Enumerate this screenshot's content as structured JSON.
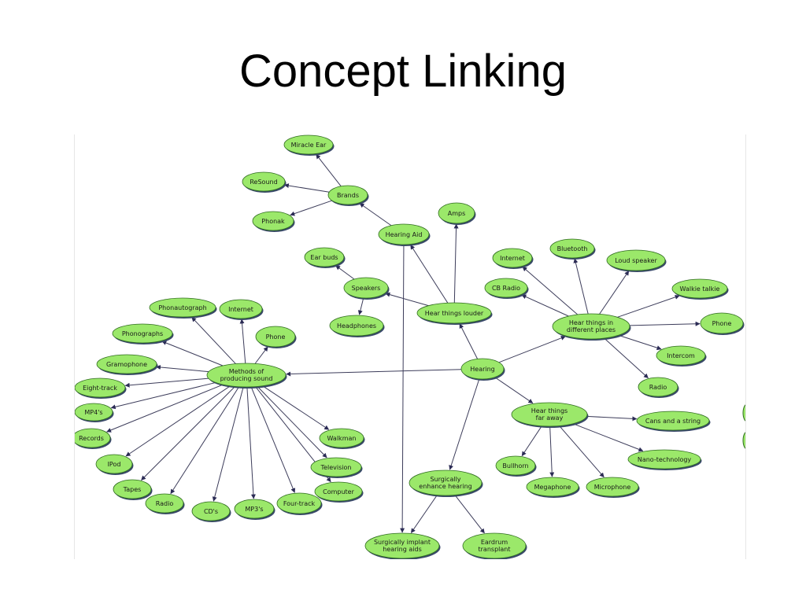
{
  "slide": {
    "title": "Concept Linking"
  },
  "concept_map": {
    "colors": {
      "node_fill": "#9be86a",
      "node_stroke": "#2f6b1f",
      "edge": "#3c3c5a"
    },
    "nodes": [
      {
        "id": "hearing",
        "label": "Hearing"
      },
      {
        "id": "methods",
        "label": "Methods of producing sound"
      },
      {
        "id": "louder",
        "label": "Hear things louder"
      },
      {
        "id": "places",
        "label": "Hear things in different places"
      },
      {
        "id": "faraway",
        "label": "Hear things far away"
      },
      {
        "id": "surgical",
        "label": "Surgically enhance hearing"
      },
      {
        "id": "hearingaid",
        "label": "Hearing Aid"
      },
      {
        "id": "brands",
        "label": "Brands"
      },
      {
        "id": "miracle",
        "label": "Miracle Ear"
      },
      {
        "id": "resound",
        "label": "ReSound"
      },
      {
        "id": "phonak",
        "label": "Phonak"
      },
      {
        "id": "amps",
        "label": "Amps"
      },
      {
        "id": "speakers",
        "label": "Speakers"
      },
      {
        "id": "earbuds",
        "label": "Ear buds"
      },
      {
        "id": "headphones",
        "label": "Headphones"
      },
      {
        "id": "internet2",
        "label": "Internet"
      },
      {
        "id": "bluetooth",
        "label": "Bluetooth"
      },
      {
        "id": "loudspeaker",
        "label": "Loud speaker"
      },
      {
        "id": "cbradio",
        "label": "CB Radio"
      },
      {
        "id": "walkie",
        "label": "Walkie talkie"
      },
      {
        "id": "phone2",
        "label": "Phone"
      },
      {
        "id": "intercom",
        "label": "Intercom"
      },
      {
        "id": "radio2",
        "label": "Radio"
      },
      {
        "id": "cans",
        "label": "Cans and a string"
      },
      {
        "id": "nano",
        "label": "Nano-technology"
      },
      {
        "id": "bullhorn",
        "label": "Bullhorn"
      },
      {
        "id": "megaphone",
        "label": "Megaphone"
      },
      {
        "id": "microphone",
        "label": "Microphone"
      },
      {
        "id": "implant",
        "label": "Surgically implant hearing aids"
      },
      {
        "id": "eardrum",
        "label": "Eardrum transplant"
      },
      {
        "id": "phonautograph",
        "label": "Phonautograph"
      },
      {
        "id": "internet1",
        "label": "Internet"
      },
      {
        "id": "phone1",
        "label": "Phone"
      },
      {
        "id": "phonographs",
        "label": "Phonographs"
      },
      {
        "id": "gramophone",
        "label": "Gramophone"
      },
      {
        "id": "eighttrack",
        "label": "Eight-track"
      },
      {
        "id": "mp4",
        "label": "MP4's"
      },
      {
        "id": "records",
        "label": "Records"
      },
      {
        "id": "ipod",
        "label": "IPod"
      },
      {
        "id": "tapes",
        "label": "Tapes"
      },
      {
        "id": "radio1",
        "label": "Radio"
      },
      {
        "id": "cds",
        "label": "CD's"
      },
      {
        "id": "mp3",
        "label": "MP3's"
      },
      {
        "id": "fourtrack",
        "label": "Four-track"
      },
      {
        "id": "computer",
        "label": "Computer"
      },
      {
        "id": "television",
        "label": "Television"
      },
      {
        "id": "walkman",
        "label": "Walkman"
      }
    ],
    "edges": [
      [
        "hearing",
        "methods"
      ],
      [
        "hearing",
        "louder"
      ],
      [
        "hearing",
        "places"
      ],
      [
        "hearing",
        "faraway"
      ],
      [
        "hearing",
        "surgical"
      ],
      [
        "louder",
        "hearingaid"
      ],
      [
        "louder",
        "amps"
      ],
      [
        "louder",
        "speakers"
      ],
      [
        "hearingaid",
        "brands"
      ],
      [
        "hearingaid",
        "implant"
      ],
      [
        "brands",
        "miracle"
      ],
      [
        "brands",
        "resound"
      ],
      [
        "brands",
        "phonak"
      ],
      [
        "speakers",
        "earbuds"
      ],
      [
        "speakers",
        "headphones"
      ],
      [
        "places",
        "internet2"
      ],
      [
        "places",
        "bluetooth"
      ],
      [
        "places",
        "loudspeaker"
      ],
      [
        "places",
        "cbradio"
      ],
      [
        "places",
        "walkie"
      ],
      [
        "places",
        "phone2"
      ],
      [
        "places",
        "intercom"
      ],
      [
        "places",
        "radio2"
      ],
      [
        "faraway",
        "cans"
      ],
      [
        "faraway",
        "nano"
      ],
      [
        "faraway",
        "bullhorn"
      ],
      [
        "faraway",
        "megaphone"
      ],
      [
        "faraway",
        "microphone"
      ],
      [
        "surgical",
        "implant"
      ],
      [
        "surgical",
        "eardrum"
      ],
      [
        "methods",
        "phonautograph"
      ],
      [
        "methods",
        "internet1"
      ],
      [
        "methods",
        "phone1"
      ],
      [
        "methods",
        "phonographs"
      ],
      [
        "methods",
        "gramophone"
      ],
      [
        "methods",
        "eighttrack"
      ],
      [
        "methods",
        "mp4"
      ],
      [
        "methods",
        "records"
      ],
      [
        "methods",
        "ipod"
      ],
      [
        "methods",
        "tapes"
      ],
      [
        "methods",
        "radio1"
      ],
      [
        "methods",
        "cds"
      ],
      [
        "methods",
        "mp3"
      ],
      [
        "methods",
        "fourtrack"
      ],
      [
        "methods",
        "computer"
      ],
      [
        "methods",
        "television"
      ],
      [
        "methods",
        "walkman"
      ]
    ]
  }
}
